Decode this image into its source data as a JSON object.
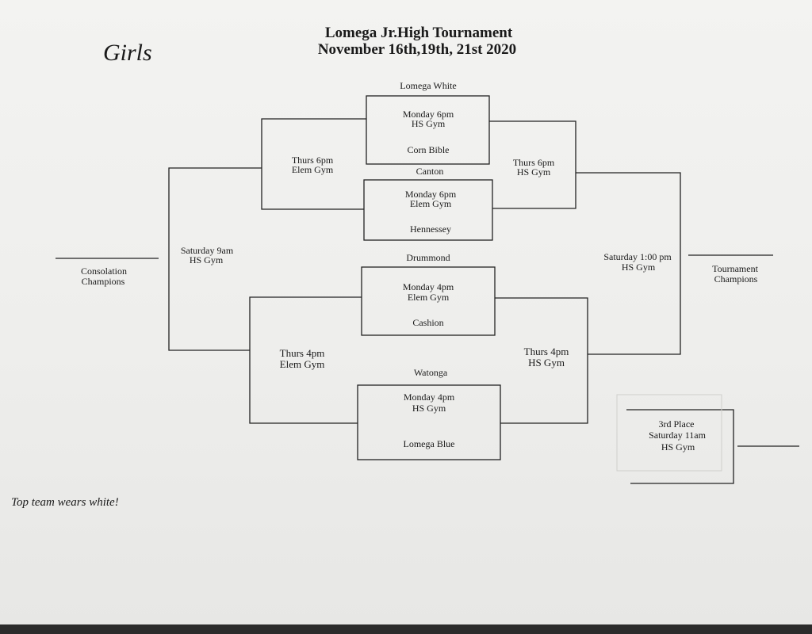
{
  "header": {
    "division": "Girls",
    "title": "Lomega Jr.High Tournament",
    "dates": "November 16th,19th, 21st 2020"
  },
  "first_round": [
    {
      "top_team": "Lomega White",
      "time": "Monday  6pm",
      "place": "HS Gym",
      "bottom_team": "Corn Bible"
    },
    {
      "top_team": "Canton",
      "time": "Monday 6pm",
      "place": "Elem Gym",
      "bottom_team": "Hennessey"
    },
    {
      "top_team": "Drummond",
      "time": "Monday 4pm",
      "place": "Elem Gym",
      "bottom_team": "Cashion"
    },
    {
      "top_team": "Watonga",
      "time": "Monday 4pm",
      "place": "HS Gym",
      "bottom_team": "Lomega Blue"
    }
  ],
  "thursday": {
    "upper_consolation": {
      "time": "Thurs 6pm",
      "place": "Elem Gym"
    },
    "upper_winners": {
      "time": "Thurs 6pm",
      "place": "HS Gym"
    },
    "lower_consolation": {
      "time": "Thurs 4pm",
      "place": "Elem Gym"
    },
    "lower_winners": {
      "time": "Thurs 4pm",
      "place": "HS Gym"
    }
  },
  "finals": {
    "consolation": {
      "time": "Saturday 9am",
      "place": "HS Gym",
      "label_line1": "Consolation",
      "label_line2": "Champions"
    },
    "championship": {
      "time": "Saturday  1:00 pm",
      "place": "HS Gym",
      "label_line1": "Tournament",
      "label_line2": "Champions"
    },
    "third_place": {
      "label": "3rd Place",
      "time": "Saturday 11am",
      "place": "HS Gym"
    }
  },
  "footer_note": "Top team wears white!"
}
